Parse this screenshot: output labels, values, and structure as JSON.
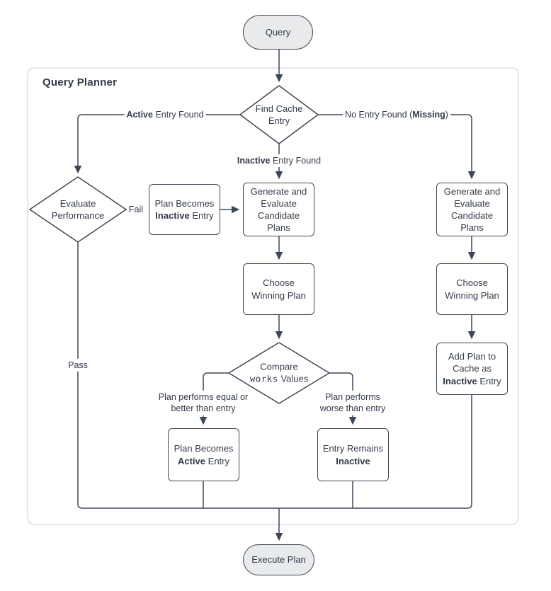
{
  "colors": {
    "stroke": "#3e4756",
    "text": "#333a49",
    "pill-fill": "#e8eaec",
    "node-fill": "#ffffff",
    "container-border": "#e4e7ed",
    "background": "#ffffff"
  },
  "container": {
    "title": "Query Planner"
  },
  "nodes": {
    "query": {
      "label": "Query"
    },
    "find_cache": {
      "label": "Find Cache Entry"
    },
    "evaluate_performance": {
      "label": "Evaluate Performance"
    },
    "plan_becomes_inactive": {
      "pre": "Plan Becomes ",
      "bold": "Inactive",
      "post": " Entry"
    },
    "generate_mid": {
      "label": "Generate and Evaluate Candidate Plans"
    },
    "generate_right": {
      "label": "Generate and Evaluate Candidate Plans"
    },
    "choose_mid": {
      "label": "Choose Winning Plan"
    },
    "choose_right": {
      "label": "Choose Winning Plan"
    },
    "compare": {
      "line1": "Compare",
      "mono": "works",
      "post": " Values"
    },
    "plan_becomes_active": {
      "pre": "Plan Becomes ",
      "bold": "Active",
      "post": " Entry"
    },
    "entry_remains": {
      "pre": "Entry Remains ",
      "bold": "Inactive",
      "post": ""
    },
    "add_plan": {
      "pre": "Add Plan to Cache as ",
      "bold": "Inactive",
      "post": " Entry"
    },
    "execute": {
      "label": "Execute Plan"
    }
  },
  "edge_labels": {
    "active_found": {
      "bold": "Active",
      "post": " Entry Found"
    },
    "no_entry": {
      "pre": "No Entry Found (",
      "bold": "Missing",
      "post": ")"
    },
    "inactive_found": {
      "bold": "Inactive",
      "post": " Entry Found"
    },
    "fail": "Fail",
    "pass": "Pass",
    "equal_better": "Plan performs equal or better than entry",
    "worse": "Plan performs worse than entry"
  }
}
